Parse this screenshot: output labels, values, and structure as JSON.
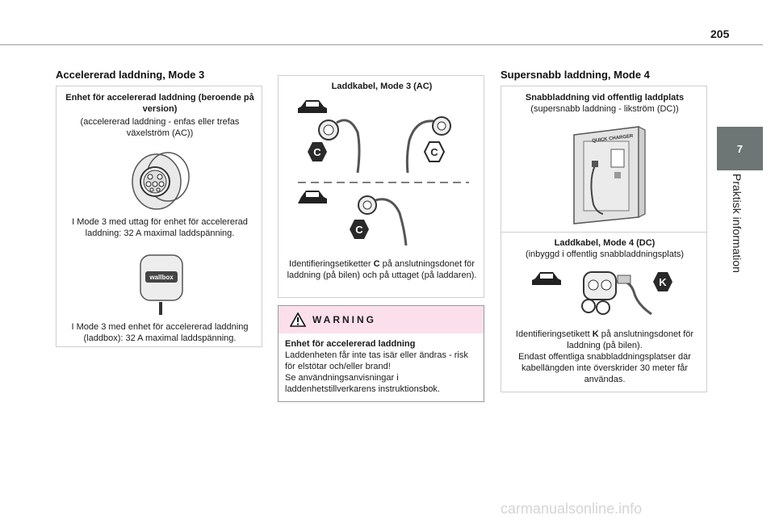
{
  "page": {
    "number": "205",
    "tab_number": "7",
    "tab_label": "Praktisk information"
  },
  "left": {
    "section_title": "Accelererad laddning, Mode 3",
    "box1_heading": "Enhet för accelererad laddning (beroende på version)",
    "box1_sub": "(accelererad laddning - enfas eller trefas växelström (AC))",
    "box1_caption1": "I Mode 3 med uttag för enhet för accelererad laddning: 32 A maximal laddspänning.",
    "wallbox_logo": "wallbox",
    "box1_caption2": "I Mode 3 med enhet för accelererad laddning (laddbox): 32 A maximal laddspänning."
  },
  "middle": {
    "heading": "Laddkabel, Mode 3 (AC)",
    "label_c": "C",
    "caption_pre": "Identifieringsetiketter ",
    "caption_bold": "C",
    "caption_post": " på anslutningsdonet för laddning (på bilen) och på uttaget (på laddaren).",
    "warning_title": "WARNING",
    "warning_heading": "Enhet för accelererad laddning",
    "warning_line1": "Laddenheten får inte tas isär eller ändras - risk för elstötar och/eller brand!",
    "warning_line2": "Se användningsanvisningar i laddenhetstillverkarens instruktionsbok."
  },
  "right": {
    "section_title": "Supersnabb laddning, Mode 4",
    "heading1": "Snabbladdning vid offentlig laddplats",
    "sub1": "(supersnabb laddning - likström (DC))",
    "charger_text": "QUICK CHARGER",
    "heading2": "Laddkabel, Mode 4 (DC)",
    "sub2": "(inbyggd i offentlig snabbladdningsplats)",
    "label_k": "K",
    "caption_pre": "Identifieringsetikett ",
    "caption_bold": "K",
    "caption_post": " på anslutningsdonet för laddning (på bilen).",
    "caption2": "Endast offentliga snabbladdningsplatser där kabellängden inte överskrider 30 meter får användas."
  },
  "footer": {
    "watermark": "carmanualsonline.info"
  }
}
